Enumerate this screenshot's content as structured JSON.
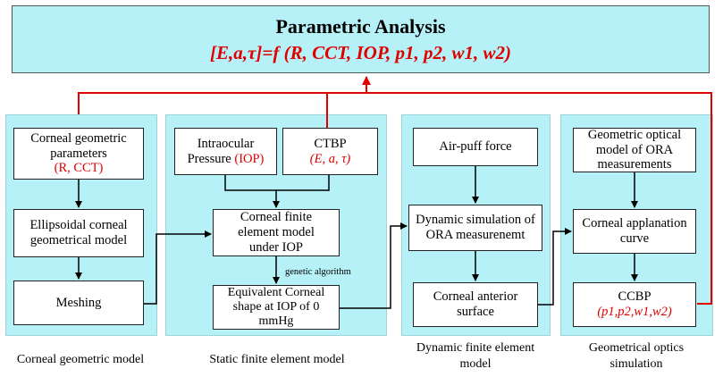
{
  "title": {
    "main": "Parametric Analysis",
    "formula": "[E,a,τ]=f (R, CCT, IOP, p1, p2, w1, w2)"
  },
  "panels": {
    "corneal_geometric": {
      "params_line1": "Corneal geometric",
      "params_line2": "parameters",
      "params_red": "(R, CCT)",
      "ellipsoidal": "Ellipsoidal corneal geometrical model",
      "meshing": "Meshing",
      "caption": "Corneal geometric model"
    },
    "static_fe": {
      "iop_line1": "Intraocular",
      "iop_line2": "Pressure ",
      "iop_red": "(IOP)",
      "ctbp": "CTBP",
      "ctbp_red": "(E, a, τ)",
      "fe_model": "Corneal finite element model under IOP",
      "genetic": "genetic algorithm",
      "equivalent": "Equivalent Corneal shape at IOP of 0 mmHg",
      "caption": "Static finite element model"
    },
    "dynamic_fe": {
      "airpuff": "Air-puff force",
      "dyn_sim": "Dynamic simulation of ORA measurenemt",
      "anterior": "Corneal anterior surface",
      "caption_line1": "Dynamic finite element",
      "caption_line2": "model"
    },
    "geo_optics": {
      "geo_model": "Geometric optical model of ORA measurements",
      "applanation": "Corneal applanation curve",
      "ccbp": "CCBP",
      "ccbp_red": "(p1,p2,w1,w2)",
      "caption_line1": "Geometrical optics",
      "caption_line2": "simulation"
    }
  },
  "colors": {
    "panel_fill": "#b5f1f6",
    "red": "#e00000",
    "arrow": "#000000"
  }
}
